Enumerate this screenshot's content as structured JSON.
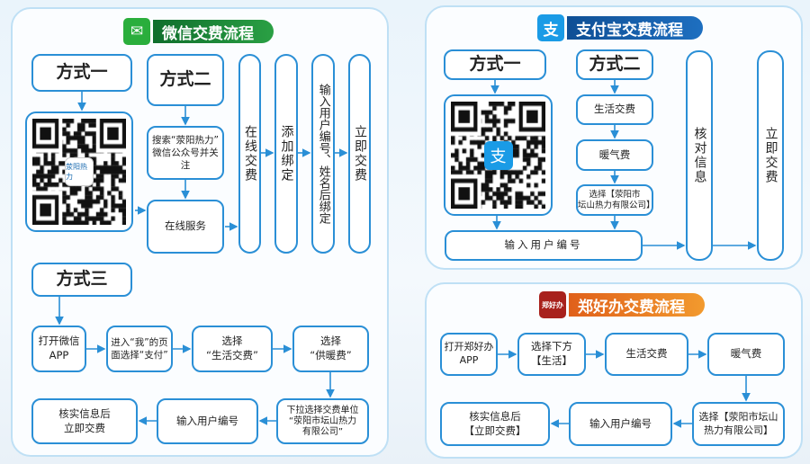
{
  "wechat": {
    "title": "微信交费流程",
    "icon": "wechat-icon",
    "color": "#1e8a3a",
    "method1": "方式一",
    "method2": "方式二",
    "method3": "方式三",
    "qr_logo": "荥阳热力",
    "search": "搜索“荥阳热力”\n微信公众号并关注",
    "online_service": "在线服务",
    "cols": [
      "在线交费",
      "添加绑定",
      "输入用户编号、姓名后绑定",
      "立即交费"
    ],
    "step3": [
      "打开微信\nAPP",
      "进入“我”的页\n面选择“支付”",
      "选择\n“生活交费”",
      "选择\n“供暖费”",
      "下拉选择交费单位\n“荥阳市坛山热力\n有限公司”",
      "输入用户编号",
      "核实信息后\n立即交费"
    ]
  },
  "alipay": {
    "title": "支付宝交费流程",
    "icon": "alipay-icon",
    "icon_text": "支",
    "color": "#1a5fa8",
    "method1": "方式一",
    "method2": "方式二",
    "steps2": [
      "生活交费",
      "暖气费",
      "选择【荥阳市\n坛山热力有限公司】"
    ],
    "input": "输入用户编号",
    "cols": [
      "核对信息",
      "立即交费"
    ]
  },
  "zhenghaoban": {
    "title": "郑好办交费流程",
    "icon": "zhenghaoban-icon",
    "icon_text": "郑好办",
    "color": "#e8731c",
    "steps": [
      "打开郑好办\nAPP",
      "选择下方\n【生活】",
      "生活交费",
      "暖气费",
      "选择【荥阳市坛山\n热力有限公司】",
      "输入用户编号",
      "核实信息后\n【立即交费】"
    ]
  }
}
